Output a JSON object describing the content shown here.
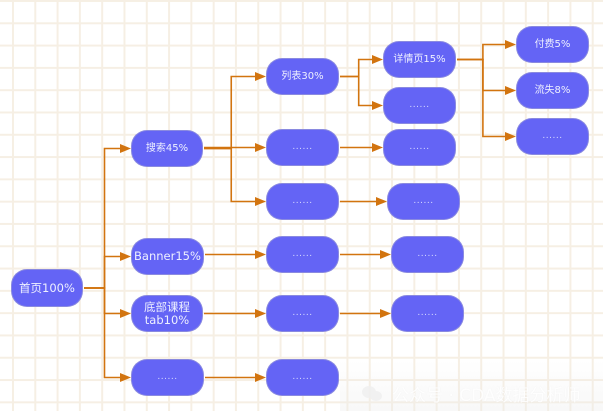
{
  "diagram": {
    "title": "",
    "colors": {
      "node_fill": "#6464f5",
      "node_text": "#eef0ff",
      "edge": "#d2740f",
      "grid": "#f6efe4",
      "background": "#ffffff"
    },
    "nodes": [
      {
        "id": "home",
        "label": "首页100%",
        "level": 0
      },
      {
        "id": "search",
        "label": "搜索45%",
        "level": 1
      },
      {
        "id": "banner",
        "label": "Banner15%",
        "level": 1
      },
      {
        "id": "bottom-tab",
        "label": "底部课程\ntab10%",
        "level": 1
      },
      {
        "id": "l1-more",
        "label": "......",
        "level": 1
      },
      {
        "id": "list",
        "label": "列表30%",
        "level": 2
      },
      {
        "id": "search-more-1",
        "label": "......",
        "level": 2
      },
      {
        "id": "search-more-2",
        "label": "......",
        "level": 2
      },
      {
        "id": "banner-child",
        "label": "......",
        "level": 2
      },
      {
        "id": "tab-child",
        "label": "......",
        "level": 2
      },
      {
        "id": "l1-more-child",
        "label": "......",
        "level": 2
      },
      {
        "id": "detail",
        "label": "详情页15%",
        "level": 3
      },
      {
        "id": "list-more",
        "label": "......",
        "level": 3
      },
      {
        "id": "search-more-1-child",
        "label": "......",
        "level": 3
      },
      {
        "id": "search-more-2-child",
        "label": "......",
        "level": 3
      },
      {
        "id": "banner-grandchild",
        "label": "......",
        "level": 3
      },
      {
        "id": "tab-grandchild",
        "label": "......",
        "level": 3
      },
      {
        "id": "pay",
        "label": "付费5%",
        "level": 4
      },
      {
        "id": "churn",
        "label": "流失8%",
        "level": 4
      },
      {
        "id": "detail-more",
        "label": "......",
        "level": 4
      }
    ],
    "edges": [
      [
        "home",
        "search"
      ],
      [
        "home",
        "banner"
      ],
      [
        "home",
        "bottom-tab"
      ],
      [
        "home",
        "l1-more"
      ],
      [
        "search",
        "list"
      ],
      [
        "search",
        "search-more-1"
      ],
      [
        "search",
        "search-more-2"
      ],
      [
        "banner",
        "banner-child"
      ],
      [
        "bottom-tab",
        "tab-child"
      ],
      [
        "l1-more",
        "l1-more-child"
      ],
      [
        "list",
        "detail"
      ],
      [
        "list",
        "list-more"
      ],
      [
        "search-more-1",
        "search-more-1-child"
      ],
      [
        "search-more-2",
        "search-more-2-child"
      ],
      [
        "banner-child",
        "banner-grandchild"
      ],
      [
        "tab-child",
        "tab-grandchild"
      ],
      [
        "detail",
        "pay"
      ],
      [
        "detail",
        "churn"
      ],
      [
        "detail",
        "detail-more"
      ]
    ]
  },
  "watermark": {
    "icon": "wechat-icon",
    "text": "公众号 · CDA数据分析师"
  }
}
